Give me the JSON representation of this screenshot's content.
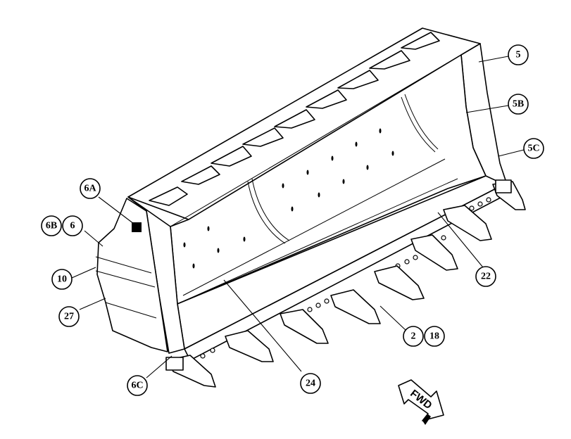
{
  "callouts": {
    "c5": "5",
    "c5b": "5B",
    "c5c": "5C",
    "c6a": "6A",
    "c6b": "6B",
    "c6": "6",
    "c10": "10",
    "c27": "27",
    "c6c": "6C",
    "c24": "24",
    "c2": "2",
    "c18": "18",
    "c22": "22"
  },
  "direction_label": "FWD",
  "colors": {
    "line": "#000000",
    "background": "#ffffff"
  }
}
